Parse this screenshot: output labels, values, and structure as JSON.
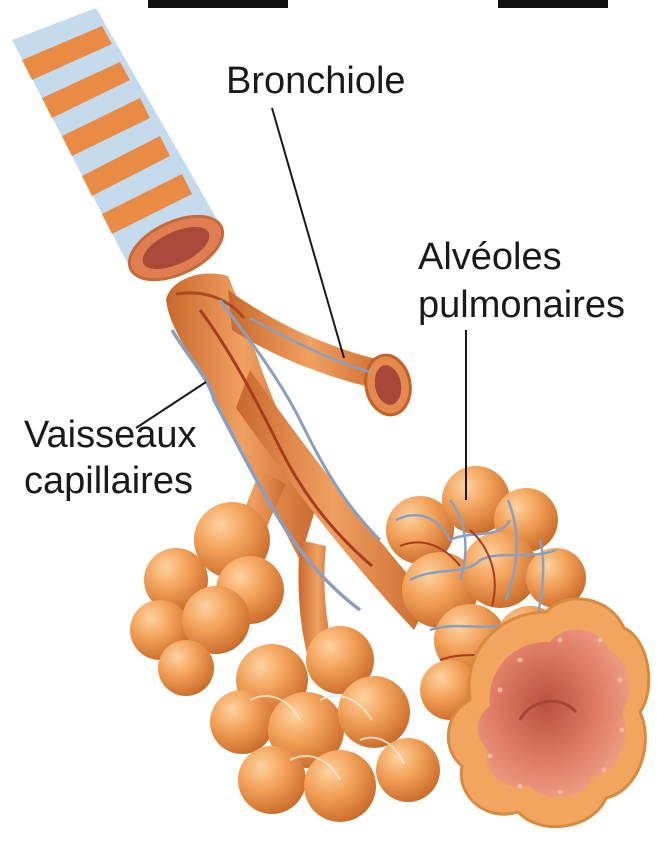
{
  "labels": {
    "bronchiole": "Bronchiole",
    "alveoles_line1": "Alvéoles",
    "alveoles_line2": "pulmonaires",
    "vaisseaux_line1": "Vaisseaux",
    "vaisseaux_line2": "capillaires"
  },
  "colors": {
    "tissue": "#e9913f",
    "tissue_light": "#f6b36b",
    "tissue_dark": "#c0662a",
    "vessel_blue": "#8a9fc0",
    "vessel_red": "#a83c22",
    "cartilage_blue": "#b9d3e8",
    "cut_interior": "#e27f6a",
    "leader_line": "#1a1a1a"
  }
}
